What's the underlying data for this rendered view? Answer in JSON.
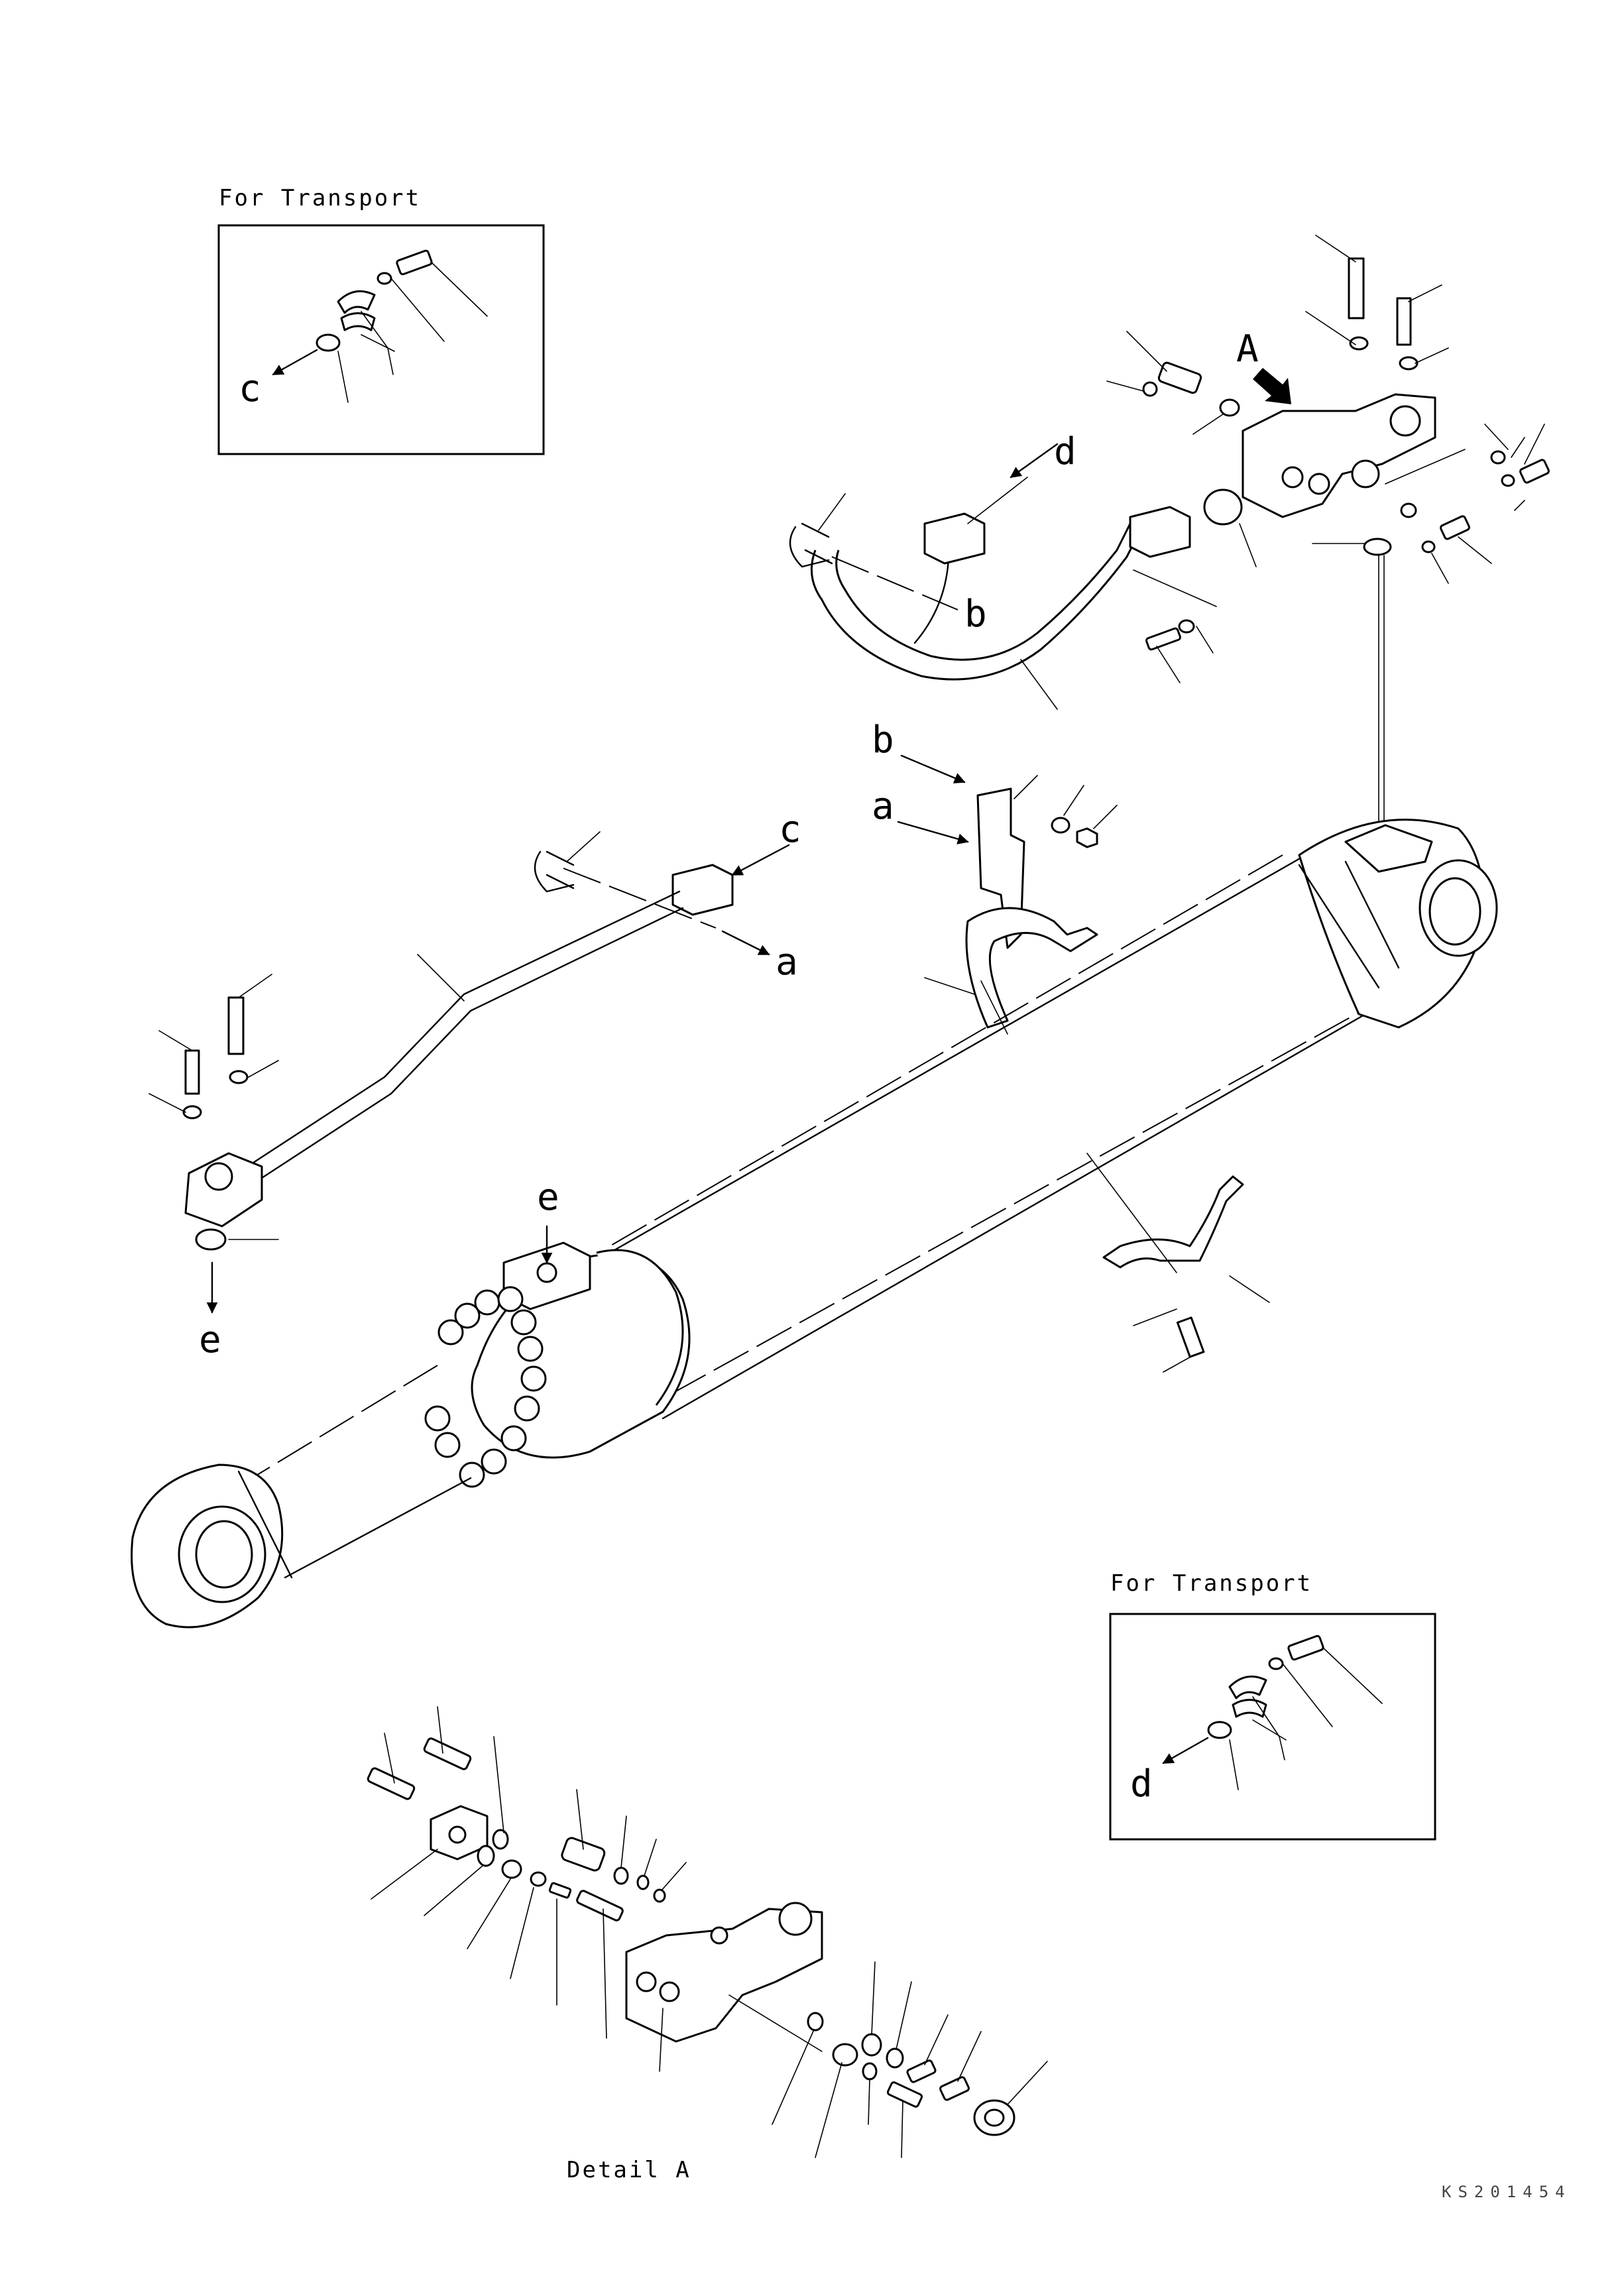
{
  "captions": {
    "transport_top": "For Transport",
    "transport_bottom": "For Transport",
    "detail": "Detail A"
  },
  "letters": {
    "A": "A",
    "a_upper": "a",
    "b_upper": "b",
    "c_upper": "c",
    "a_lower": "a",
    "d_right": "d",
    "b_right": "b",
    "e_top": "e",
    "e_bottom": "e",
    "c_box": "c",
    "d_box": "d"
  },
  "drawing_code": "KS201454"
}
